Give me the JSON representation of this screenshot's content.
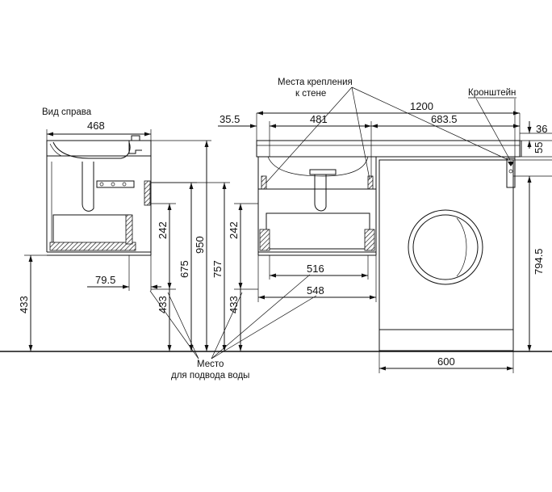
{
  "labels": {
    "side_view": "Вид справа",
    "mount_points_line1": "Места крепления",
    "mount_points_line2": "к стене",
    "bracket": "Кронштейн",
    "water_line1": "Место",
    "water_line2": "для подвода воды"
  },
  "dims": {
    "d468": "468",
    "d79_5": "79.5",
    "d433_left": "433",
    "d242_side": "242",
    "d433_side": "433",
    "d675": "675",
    "d950": "950",
    "d757": "757",
    "d242_front": "242",
    "d433_front": "433",
    "d35_5": "35.5",
    "d481": "481",
    "d1200": "1200",
    "d683_5": "683.5",
    "d36": "36",
    "d55": "55",
    "d516": "516",
    "d548": "548",
    "d794_5": "794.5",
    "d600": "600"
  }
}
